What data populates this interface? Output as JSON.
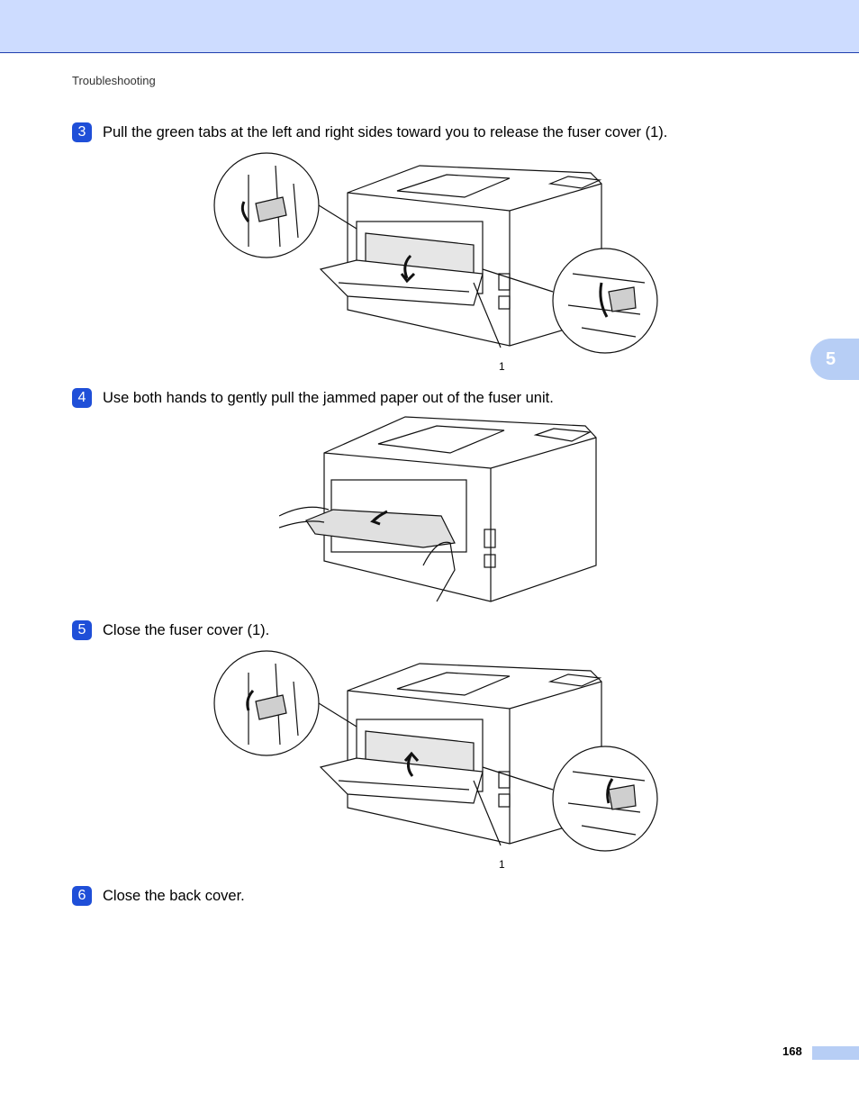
{
  "header": {
    "section": "Troubleshooting"
  },
  "chapter_tab": "5",
  "steps": [
    {
      "num": "3",
      "text": "Pull the green tabs at the left and right sides toward you to release the fuser cover (1)."
    },
    {
      "num": "4",
      "text": "Use both hands to gently pull the jammed paper out of the fuser unit."
    },
    {
      "num": "5",
      "text": "Close the fuser cover (1)."
    },
    {
      "num": "6",
      "text": "Close the back cover."
    }
  ],
  "figures": {
    "fig1_callout": "1",
    "fig3_callout": "1"
  },
  "footer": {
    "page_number": "168"
  },
  "colors": {
    "accent": "#1f4fd8",
    "band": "#cddcff",
    "tab": "#b7cef5"
  }
}
